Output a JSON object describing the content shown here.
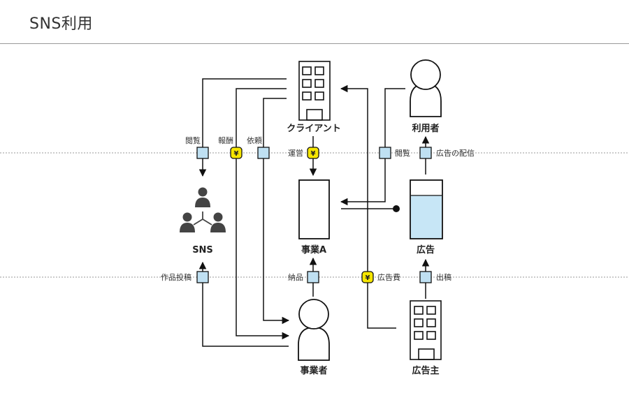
{
  "page": {
    "title": "SNS利用"
  },
  "nodes": {
    "client": "クライアント",
    "user": "利用者",
    "sns": "SNS",
    "business_a": "事業A",
    "ad": "広告",
    "operator": "事業者",
    "advertiser": "広告主"
  },
  "flows": {
    "browse_sns": "閲覧",
    "reward": "報酬",
    "request": "依頼",
    "operation": "運営",
    "browse_user": "閲覧",
    "ad_delivery": "広告の配信",
    "post_work": "作品投稿",
    "delivery": "納品",
    "ad_fee": "広告費",
    "placement": "出稿"
  },
  "symbols": {
    "yen": "¥"
  },
  "colors": {
    "marker_fill": "#bfe0f2",
    "yen_fill": "#f6e600",
    "ad_liquid": "#c7e6f6",
    "stroke": "#111111",
    "dotted": "#9a9a9a"
  }
}
